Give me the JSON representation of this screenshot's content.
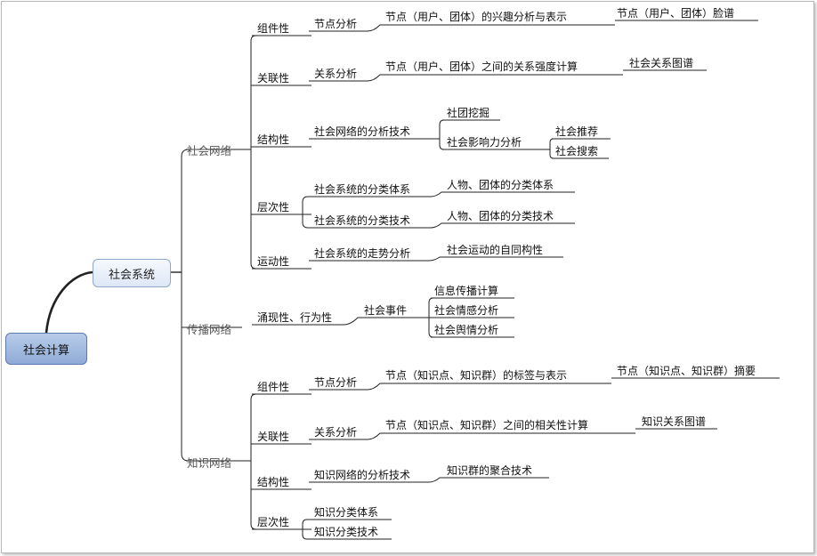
{
  "root": "社会计算",
  "system": "社会系统",
  "social": {
    "title": "社会网络",
    "component": "组件性",
    "component_node": "节点分析",
    "component_interest": "节点（用户、团体）的兴趣分析与表示",
    "component_face": "节点（用户、团体）脸谱",
    "relation": "关联性",
    "relation_node": "关系分析",
    "relation_strength": "节点（用户、团体）之间的关系强度计算",
    "relation_graph": "社会关系图谱",
    "structure": "结构性",
    "structure_node": "社会网络的分析技术",
    "community": "社团挖掘",
    "influence": "社会影响力分析",
    "recommend": "社会推荐",
    "search": "社会搜索",
    "hierarchy": "层次性",
    "class_system": "社会系统的分类体系",
    "class_tech": "社会系统的分类技术",
    "people_system": "人物、团体的分类体系",
    "people_tech": "人物、团体的分类技术",
    "motion": "运动性",
    "trend": "社会系统的走势分析",
    "homology": "社会运动的自同构性"
  },
  "spread": {
    "title": "传播网络",
    "emergence": "涌现性、行为性",
    "event": "社会事件",
    "info": "信息传播计算",
    "emotion": "社会情感分析",
    "opinion": "社会舆情分析"
  },
  "knowledge": {
    "title": "知识网络",
    "component": "组件性",
    "component_node": "节点分析",
    "component_tag": "节点（知识点、知识群）的标签与表示",
    "component_summary": "节点（知识点、知识群）摘要",
    "relation": "关联性",
    "relation_node": "关系分析",
    "relation_corr": "节点（知识点、知识群）之间的相关性计算",
    "relation_graph": "知识关系图谱",
    "structure": "结构性",
    "structure_node": "知识网络的分析技术",
    "cluster": "知识群的聚合技术",
    "hierarchy": "层次性",
    "class_system": "知识分类体系",
    "class_tech": "知识分类技术"
  }
}
